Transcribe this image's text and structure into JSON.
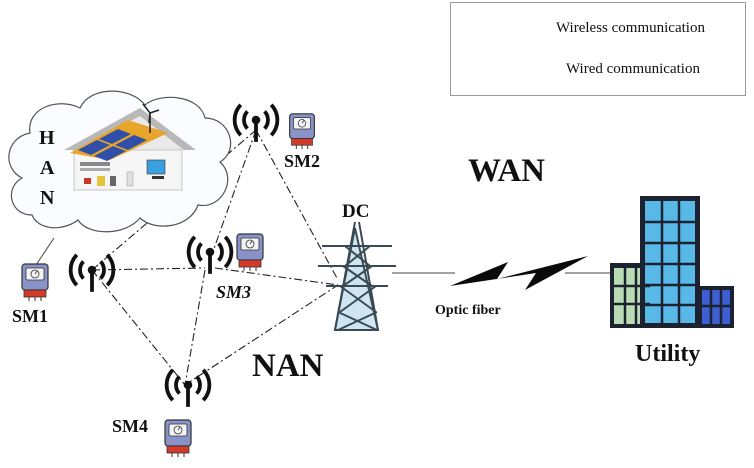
{
  "legend": {
    "wireless_label": "Wireless communication",
    "wired_label": "Wired communication"
  },
  "labels": {
    "han_letters": [
      "H",
      "A",
      "N"
    ],
    "wan": "WAN",
    "nan": "NAN",
    "dc": "DC",
    "optic_fiber": "Optic fiber",
    "utility": "Utility",
    "sm1": "SM1",
    "sm2": "SM2",
    "sm3": "SM3",
    "sm4": "SM4"
  },
  "colors": {
    "line": "#222222",
    "meter_body": "#8a93c8",
    "meter_base": "#d43a2a",
    "tower": "#3a4a55",
    "tower_light": "#cfe6f2",
    "building_dark": "#1d2230",
    "building_glass": "#58b9e8",
    "building_green": "#b9dcb4",
    "building_blue": "#3d5fd2",
    "solar": "#2f4fa8",
    "roof": "#e8a52a"
  },
  "icons": [
    "wireless-antenna-icon",
    "smart-meter-icon",
    "power-tower-icon",
    "utility-building-icon",
    "house-icon",
    "solar-panel-icon",
    "wind-turbine-icon",
    "lightning-bolt-icon"
  ]
}
